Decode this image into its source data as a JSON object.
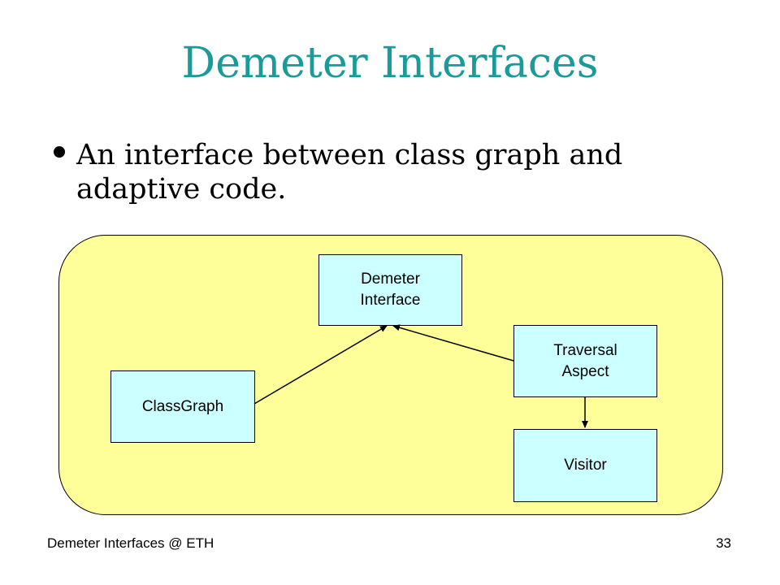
{
  "slide": {
    "title": "Demeter Interfaces",
    "bullet": "An interface between class graph and adaptive code.",
    "footer": "Demeter Interfaces @ ETH",
    "page_number": "33"
  },
  "diagram": {
    "nodes": {
      "demeter_interface": "Demeter\nInterface",
      "traversal_aspect": "Traversal\nAspect",
      "class_graph": "ClassGraph",
      "visitor": "Visitor"
    }
  },
  "colors": {
    "title": "#1a9a98",
    "panel_fill": "#ffff99",
    "node_fill": "#ccffff"
  }
}
